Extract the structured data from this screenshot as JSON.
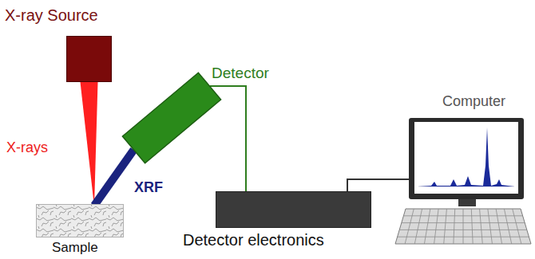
{
  "diagram": {
    "nodes": [
      {
        "text": [
          "X-ray Source"
        ]
      },
      {
        "text": [
          "Detector"
        ]
      },
      {
        "text": [
          "Sample"
        ]
      },
      {
        "text": [
          "Detector electronics"
        ]
      },
      {
        "text": [
          "Computer"
        ]
      }
    ],
    "edges": [
      {
        "from": 0,
        "to": 2,
        "label": "X-rays",
        "arrow": "none"
      },
      {
        "from": 2,
        "to": 1,
        "label": "XRF",
        "arrow": "none"
      },
      {
        "from": 1,
        "to": 3,
        "arrow": "none"
      },
      {
        "from": 3,
        "to": 4,
        "arrow": "none"
      }
    ]
  }
}
